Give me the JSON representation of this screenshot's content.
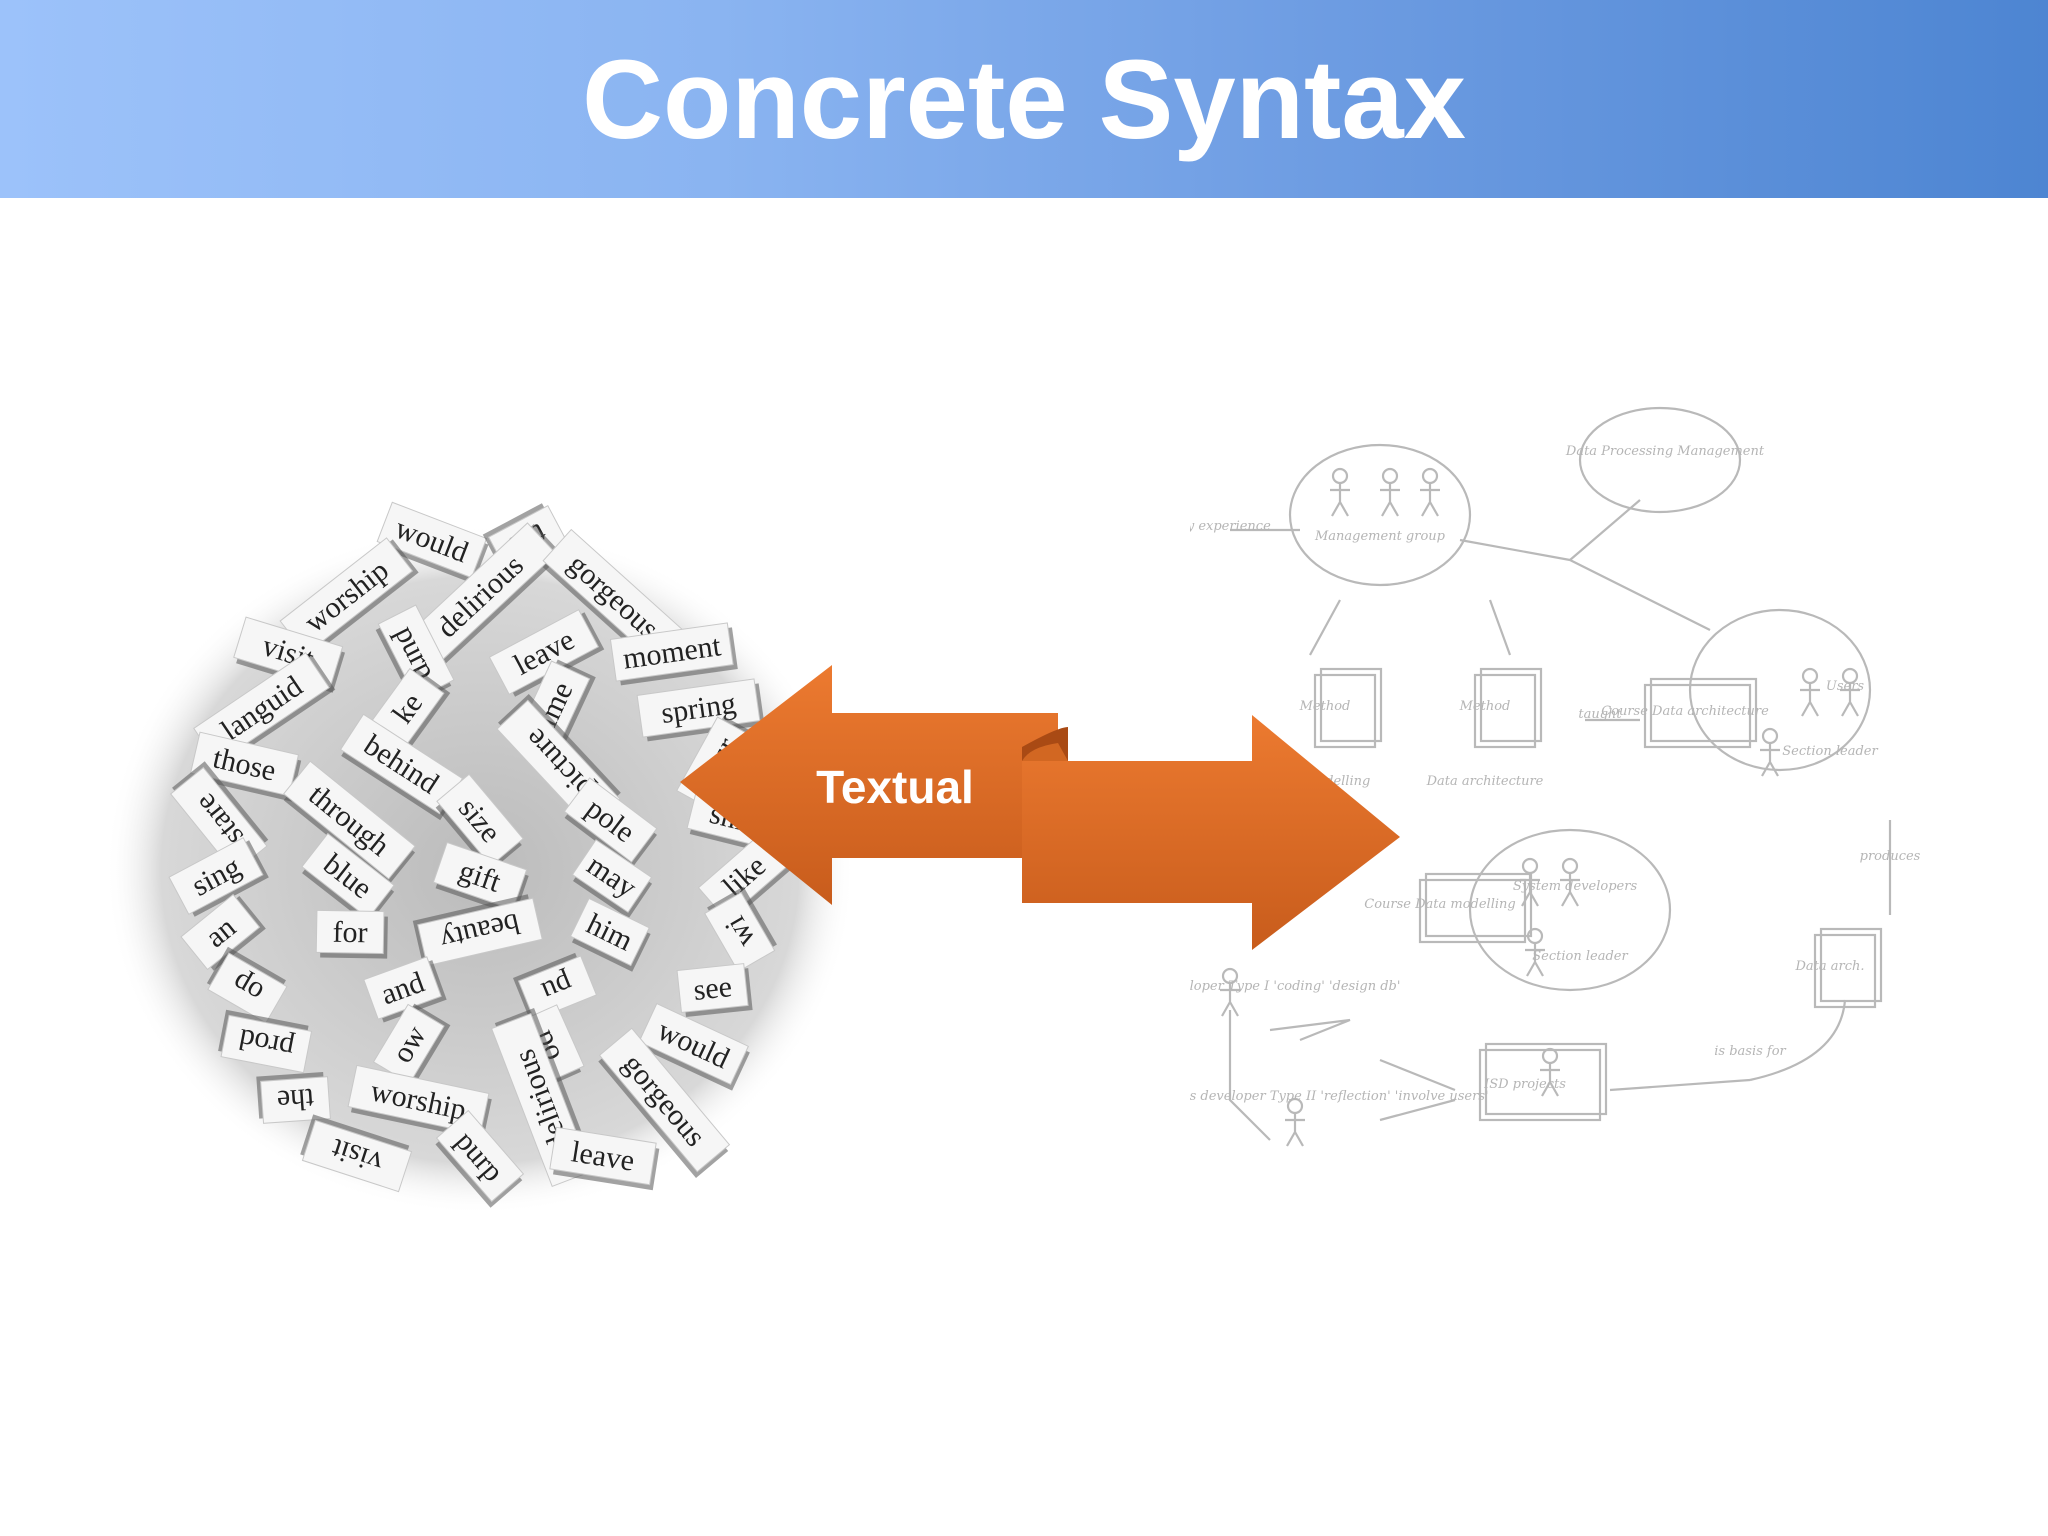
{
  "slide": {
    "title": "Concrete Syntax",
    "accent_color": "#e07028",
    "header_gradient": [
      "#9cc2fa",
      "#4d85d2"
    ]
  },
  "arrow": {
    "label": "Textual",
    "icon": "double-headed-curved-arrow"
  },
  "word_pile": {
    "icon": "word-magnet-pile-photo",
    "words": [
      "would",
      "the",
      "worship",
      "delirious",
      "gorgeous",
      "visit",
      "purp",
      "leave",
      "moment",
      "languid",
      "ke",
      "time",
      "spring",
      "those",
      "behind",
      "picture",
      "your",
      "stare",
      "through",
      "size",
      "pole",
      "shine",
      "sing",
      "blue",
      "gift",
      "may",
      "like",
      "an",
      "for",
      "beauty",
      "him",
      "wi",
      "op",
      "and",
      "pu",
      "see",
      "prod",
      "ow",
      "po"
    ]
  },
  "diagram": {
    "icon": "hand-drawn-process-sketch",
    "labels": [
      "Data Processing Management",
      "Early experience",
      "Management group",
      "Method",
      "Method",
      "Data modelling",
      "Data architecture",
      "taught",
      "Course Data architecture",
      "Users",
      "Section leader",
      "produces",
      "Course Data modelling",
      "System developers",
      "Section leader",
      "Systems developer Type I 'coding' 'design db'",
      "Systems developer Type II 'reflection' 'involve users'",
      "ISD projects",
      "is basis for",
      "Data arch."
    ]
  }
}
